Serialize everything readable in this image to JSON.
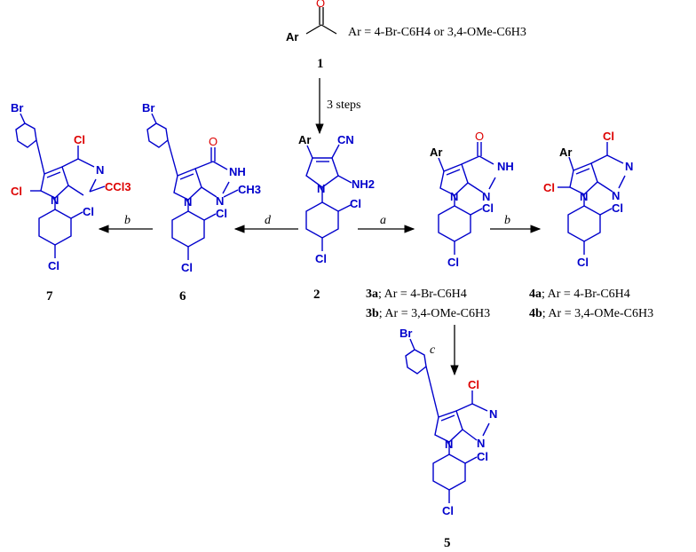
{
  "colors": {
    "bond": "#0000cc",
    "chlorine_reactive": "#dd0000",
    "oxygen": "#dd0000",
    "text": "#000000",
    "arrow": "#000000"
  },
  "compound1": {
    "ar": "Ar",
    "o": "O",
    "label": "1",
    "ar_def": "Ar = 4-Br-C6H4 or 3,4-OMe-C6H3"
  },
  "step_1_2": {
    "label": "3 steps"
  },
  "compound2": {
    "ar": "Ar",
    "cn": "CN",
    "nh2": "NH2",
    "n": "N",
    "cl_ortho": "Cl",
    "cl_para": "Cl",
    "label": "2"
  },
  "arrow_a": {
    "label": "a"
  },
  "arrow_b_right": {
    "label": "b"
  },
  "arrow_c": {
    "label": "c"
  },
  "arrow_d": {
    "label": "d"
  },
  "arrow_b_left": {
    "label": "b"
  },
  "compound3": {
    "ar": "Ar",
    "o": "O",
    "nh": "NH",
    "n_ring": "N",
    "n_pyrrole": "N",
    "cl_ortho": "Cl",
    "cl_para": "Cl",
    "label_a": "3a",
    "def_a": "Ar = 4-Br-C6H4",
    "label_b": "3b",
    "def_b": "Ar = 3,4-OMe-C6H3"
  },
  "compound4": {
    "ar": "Ar",
    "cl4": "Cl",
    "cl6": "Cl",
    "n_ring1": "N",
    "n_ring2": "N",
    "n_pyrrole": "N",
    "cl_ortho": "Cl",
    "cl_para": "Cl",
    "label_a": "4a",
    "def_a": "Ar = 4-Br-C6H4",
    "label_b": "4b",
    "def_b": "Ar = 3,4-OMe-C6H3"
  },
  "compound5": {
    "br": "Br",
    "cl4": "Cl",
    "n_ring1": "N",
    "n_ring2": "N",
    "n_pyrrole": "N",
    "cl_ortho": "Cl",
    "cl_para": "Cl",
    "label": "5"
  },
  "compound6": {
    "br": "Br",
    "o": "O",
    "nh": "NH",
    "n_ring": "N",
    "ch3": "CH3",
    "n_pyrrole": "N",
    "cl_ortho": "Cl",
    "cl_para": "Cl",
    "label": "6"
  },
  "compound7": {
    "br": "Br",
    "cl4": "Cl",
    "cl6": "Cl",
    "n_ring": "N",
    "ccl3": "CCl3",
    "n_pyrrole": "N",
    "cl_ortho": "Cl",
    "cl_para": "Cl",
    "label": "7"
  }
}
